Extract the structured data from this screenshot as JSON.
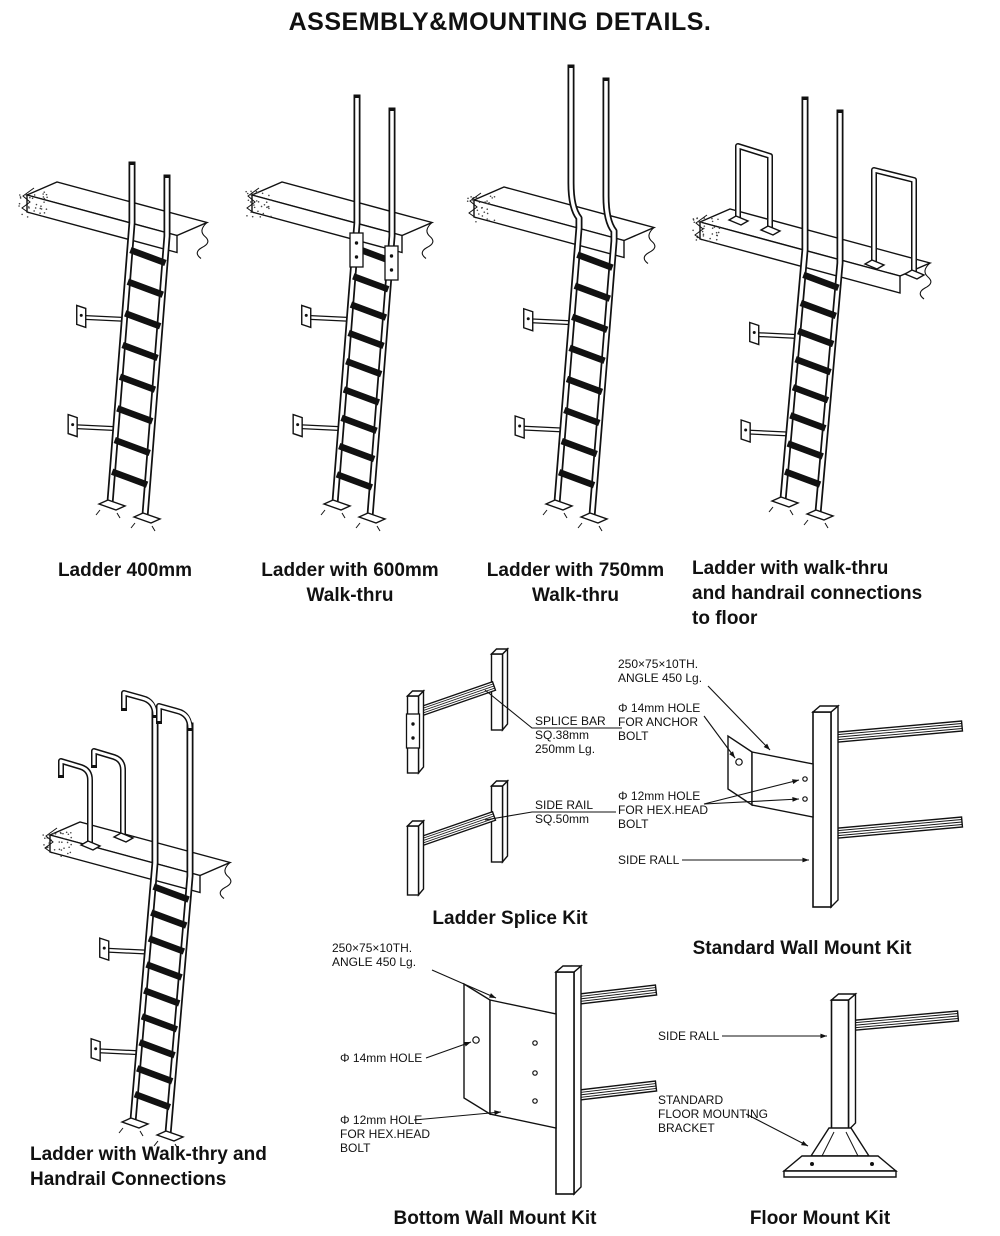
{
  "page": {
    "title": "ASSEMBLY&MOUNTING DETAILS."
  },
  "colors": {
    "ink": "#111111",
    "paper": "#ffffff"
  },
  "ladders": {
    "l400": {
      "caption": [
        "Ladder 400mm"
      ]
    },
    "l600": {
      "caption": [
        "Ladder with 600mm",
        "Walk-thru"
      ]
    },
    "l750": {
      "caption": [
        "Ladder with 750mm",
        "Walk-thru"
      ]
    },
    "lwalk": {
      "caption": [
        "Ladder with walk-thru",
        "and handrail connections",
        "to floor"
      ]
    },
    "lhand": {
      "caption": [
        "Ladder with Walk-thry and",
        "Handrail Connections"
      ]
    }
  },
  "splice_kit": {
    "caption": "Ladder Splice Kit",
    "splice_bar_label": [
      "SPLICE BAR",
      "SQ.38mm",
      "250mm Lg."
    ],
    "side_rail_label": [
      "SIDE RAIL",
      "SQ.50mm"
    ]
  },
  "standard_wall_mount": {
    "caption": "Standard Wall Mount Kit",
    "angle_label": [
      "250×75×10TH.",
      "ANGLE 450 Lg."
    ],
    "hole_14_label": [
      "Φ 14mm HOLE",
      "FOR ANCHOR",
      "BOLT"
    ],
    "hole_12_label": [
      "Φ 12mm HOLE",
      "FOR HEX.HEAD",
      "BOLT"
    ],
    "side_rail_label": "SIDE RALL"
  },
  "bottom_wall_mount": {
    "caption": "Bottom Wall Mount Kit",
    "angle_label": [
      "250×75×10TH.",
      "ANGLE 450 Lg."
    ],
    "hole_14_label": "Φ 14mm HOLE",
    "hole_12_label": [
      "Φ 12mm HOLE",
      "FOR HEX.HEAD",
      "BOLT"
    ]
  },
  "floor_mount": {
    "caption": "Floor Mount Kit",
    "side_rail_label": "SIDE RALL",
    "bracket_label": [
      "STANDARD",
      "FLOOR MOUNTING",
      "BRACKET"
    ]
  }
}
